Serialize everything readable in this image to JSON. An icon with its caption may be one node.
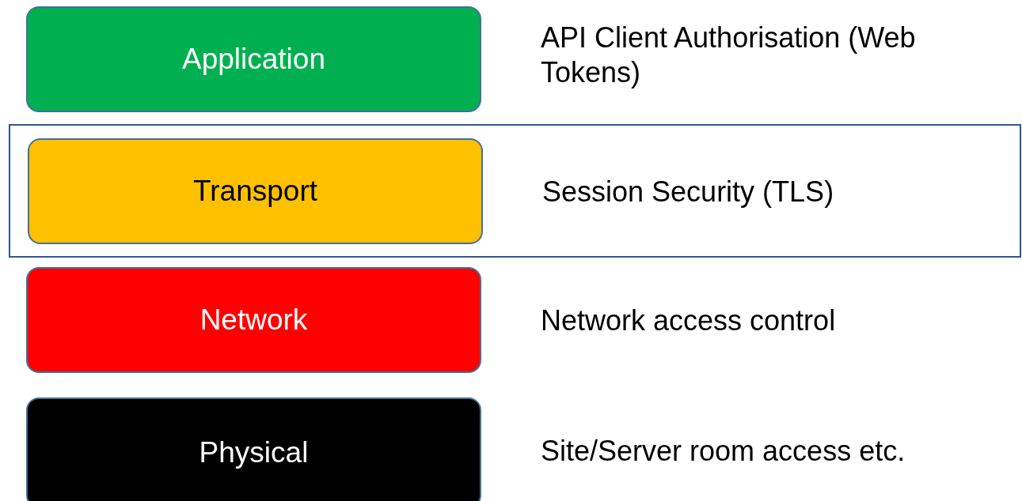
{
  "diagram": {
    "nodes": [
      {
        "text": [
          "Application"
        ],
        "beside": [
          "API Client Authorisation (Web Tokens)"
        ]
      },
      {
        "text": [],
        "shape": "box"
      },
      {
        "text": [
          "Transport"
        ],
        "in": 1,
        "beside": [
          "Session Security (TLS)"
        ]
      },
      {
        "text": [
          "Network"
        ],
        "beside": [
          "Network access control"
        ]
      },
      {
        "text": [
          "Physical"
        ],
        "beside": [
          "Site/Server room access etc."
        ]
      }
    ]
  }
}
